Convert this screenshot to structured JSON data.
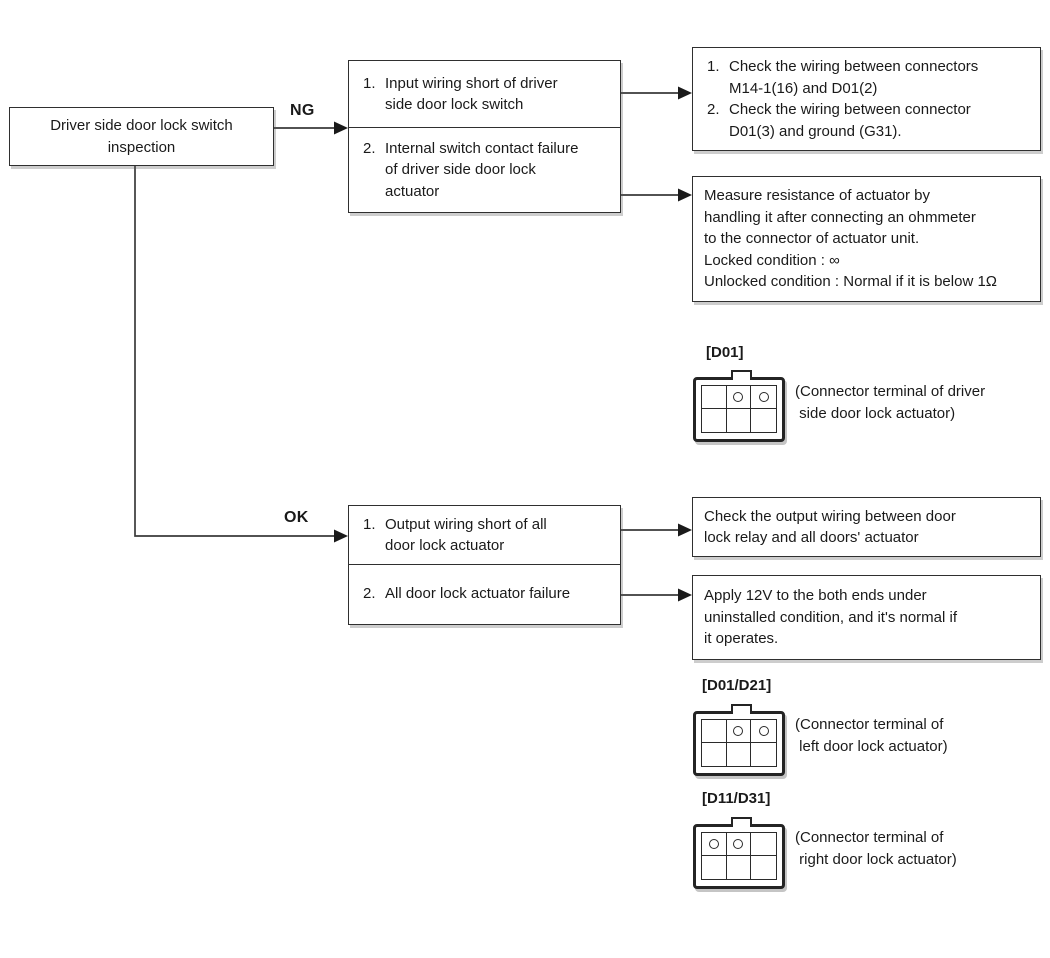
{
  "diagram": {
    "title_node": {
      "text": "Driver side door lock switch\ninspection"
    },
    "branch_ng": {
      "label": "NG",
      "causes": {
        "item1": {
          "num": "1.",
          "text": "Input wiring short of driver\nside door lock switch"
        },
        "item2": {
          "num": "2.",
          "text": "Internal switch contact failure\nof driver side door lock\nactuator"
        }
      },
      "action_wiring": {
        "item1": {
          "num": "1.",
          "text": "Check the wiring between connectors\nM14-1(16) and D01(2)"
        },
        "item2": {
          "num": "2.",
          "text": "Check the wiring between connector\nD01(3) and ground (G31)."
        }
      },
      "action_resistance": {
        "text": "Measure resistance of actuator by\nhandling it after connecting an ohmmeter\nto the connector of actuator unit.\nLocked condition : ∞\nUnlocked condition : Normal if it is below 1Ω"
      }
    },
    "branch_ok": {
      "label": "OK",
      "causes": {
        "item1": {
          "num": "1.",
          "text": "Output wiring short of all\ndoor lock actuator"
        },
        "item2": {
          "num": "2.",
          "text": "All door lock actuator failure"
        }
      },
      "action_output_wiring": {
        "text": "Check the output wiring between door\nlock relay and all doors' actuator"
      },
      "action_apply_12v": {
        "text": "Apply 12V to the both ends under\nuninstalled condition, and it's normal if\nit operates."
      }
    },
    "connectors": [
      {
        "label": "[D01]",
        "caption": "(Connector terminal of driver\n side door lock actuator)",
        "pins_top": [
          false,
          true,
          true
        ]
      },
      {
        "label": "[D01/D21]",
        "caption": "(Connector terminal of\n left door lock actuator)",
        "pins_top": [
          false,
          true,
          true
        ]
      },
      {
        "label": "[D11/D31]",
        "caption": "(Connector terminal of\n right door lock actuator)",
        "pins_top": [
          true,
          true,
          false
        ]
      }
    ],
    "colors": {
      "line": "#3a3a3a",
      "arrow": "#1a1a1a",
      "border": "#2f2f2f",
      "text": "#1a1a1a",
      "background": "#ffffff"
    }
  }
}
